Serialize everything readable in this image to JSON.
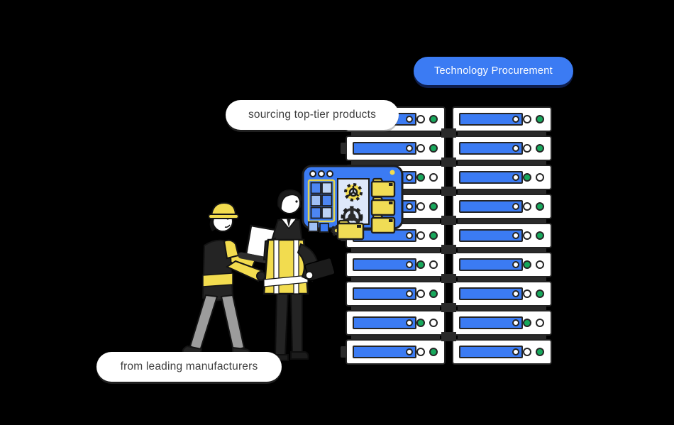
{
  "scene": {
    "background": "#000000"
  },
  "cta_button": {
    "label": "Technology Procurement",
    "bg": "#3B7BF3",
    "text_color": "#ffffff"
  },
  "callouts": {
    "top": "sourcing top-tier products",
    "bottom": "from leading manufacturers"
  },
  "rack": {
    "column_count": 2,
    "unit_colors": {
      "body": "#ffffff",
      "bar": "#3B7BF3",
      "outline": "#252525",
      "led_green": "#17A85C",
      "led_white": "#ffffff",
      "frame": "#2A2A2A"
    },
    "rows": [
      {
        "leds": [
          "white",
          "green"
        ]
      },
      {
        "leds": [
          "white",
          "green"
        ]
      },
      {
        "leds": [
          "green",
          "white"
        ]
      },
      {
        "leds": [
          "white",
          "green"
        ]
      },
      {
        "leds": [
          "white",
          "green"
        ]
      },
      {
        "leds": [
          "green",
          "white"
        ]
      },
      {
        "leds": [
          "white",
          "green"
        ]
      },
      {
        "leds": [
          "green",
          "white"
        ]
      },
      {
        "leds": [
          "white",
          "green"
        ]
      }
    ]
  },
  "illustration": {
    "board": {
      "bg": "#3B7BF3",
      "panel": "#DEE8FA",
      "folder_yellow": "#F0DC55",
      "accent_yellow": "#F2DC4F",
      "icons": [
        "window-dots-icon",
        "app-grid-icon",
        "gear-icon",
        "gear-icon",
        "gear-icon",
        "folder-icon",
        "folder-icon",
        "folder-icon",
        "folder-icon"
      ]
    },
    "workers": {
      "helmet": "#F2DC4F",
      "vest": "#F2DC4F",
      "pants_left": "#9C9C9C",
      "suit_dark": "#242424",
      "figures": [
        "worker-with-laptop",
        "worker-with-tablet"
      ]
    }
  }
}
